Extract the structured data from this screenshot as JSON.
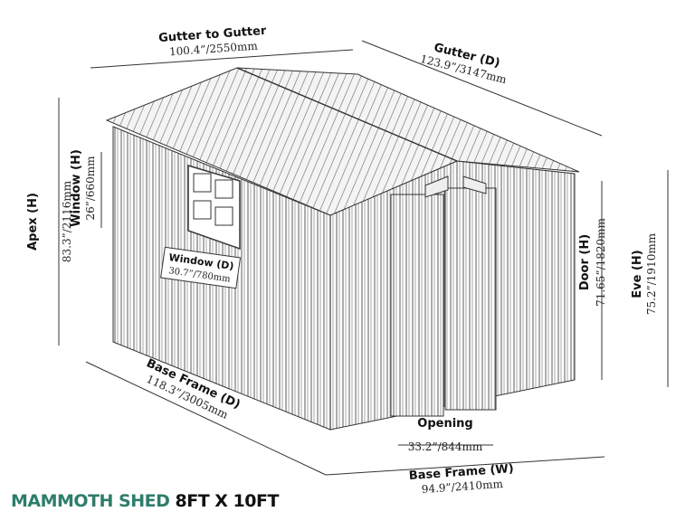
{
  "title": {
    "brand": "MAMMOTH SHED",
    "size": "8FT X 10FT"
  },
  "colors": {
    "brand": "#2e7d6b",
    "background": "#ffffff",
    "lines": "#333333"
  },
  "dimensions": {
    "gutter_to_gutter": {
      "label": "Gutter to Gutter",
      "value": "100.4”/2550mm"
    },
    "gutter_d": {
      "label": "Gutter (D)",
      "value": "123.9”/3147mm"
    },
    "window_h": {
      "label": "Window (H)",
      "value": "26”/660mm"
    },
    "apex_h": {
      "label": "Apex (H)",
      "value": "83.3”/2116mm"
    },
    "window_d": {
      "label": "Window (D)",
      "value": "30.7”/780mm"
    },
    "door_h": {
      "label": "Door (H)",
      "value": "71.65”/1820mm"
    },
    "eve_h": {
      "label": "Eve (H)",
      "value": "75.2”/1910mm"
    },
    "base_frame_d": {
      "label": "Base Frame (D)",
      "value": "118.3”/3005mm"
    },
    "opening": {
      "label": "Opening",
      "value": "33.2”/844mm"
    },
    "base_frame_w": {
      "label": "Base Frame (W)",
      "value": "94.9”/2410mm"
    }
  }
}
